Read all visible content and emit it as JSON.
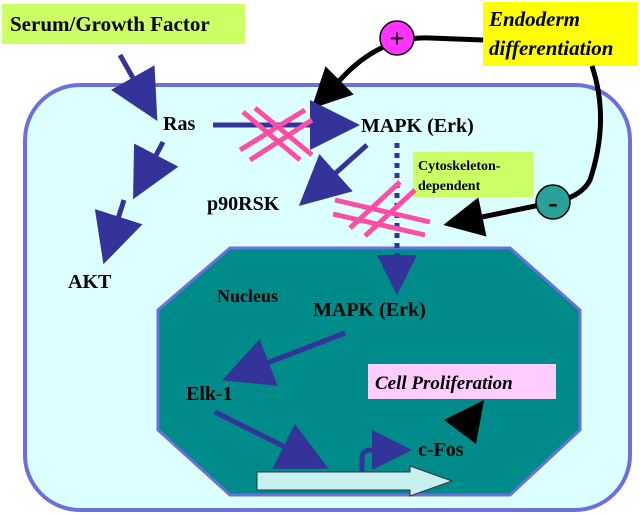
{
  "labels": {
    "serum": "Serum/Growth Factor",
    "endoderm_line1": "Endoderm",
    "endoderm_line2": "differentiation",
    "plus": "+",
    "minus": "-",
    "ras": "Ras",
    "mapk_cyto": "MAPK (Erk)",
    "cytoskeleton_line1": "Cytoskeleton-",
    "cytoskeleton_line2": "dependent",
    "p90rsk": "p90RSK",
    "akt": "AKT",
    "nucleus": "Nucleus",
    "mapk_nuc": "MAPK (Erk)",
    "elk1": "Elk-1",
    "cell_proliferation": "Cell Proliferation",
    "cfos": "c-Fos"
  },
  "colors": {
    "serum_box": "#ccff66",
    "endoderm_box": "#ffff00",
    "cell_fill": "#dcffff",
    "cell_border": "#6b6fe0",
    "nucleus_fill": "#008b8b",
    "arrow_blue": "#333399",
    "block_pink": "#ff4da6",
    "plus_circle": "#ff33ff",
    "minus_circle": "#2aa198",
    "proliferation_box": "#ffccff",
    "cyto_box": "#ccff66",
    "gene_bar": "#c8f0f0"
  }
}
